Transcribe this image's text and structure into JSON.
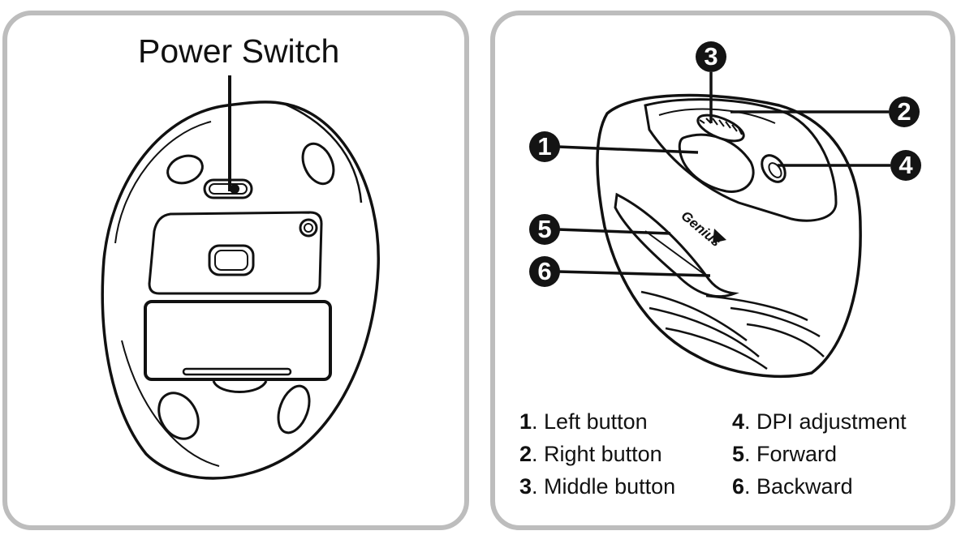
{
  "left_panel": {
    "title": "Power Switch"
  },
  "right_panel": {
    "brand_logo": "Genius",
    "callouts": [
      "1",
      "2",
      "3",
      "4",
      "5",
      "6"
    ],
    "legend": {
      "col1": [
        {
          "num": "1",
          "label": ". Left button"
        },
        {
          "num": "2",
          "label": ". Right button"
        },
        {
          "num": "3",
          "label": ". Middle button"
        }
      ],
      "col2": [
        {
          "num": "4",
          "label": ". DPI adjustment"
        },
        {
          "num": "5",
          "label": ". Forward"
        },
        {
          "num": "6",
          "label": ". Backward"
        }
      ]
    }
  },
  "colors": {
    "frame": "#bdbdbd",
    "ink": "#111111",
    "badge": "#141414"
  }
}
